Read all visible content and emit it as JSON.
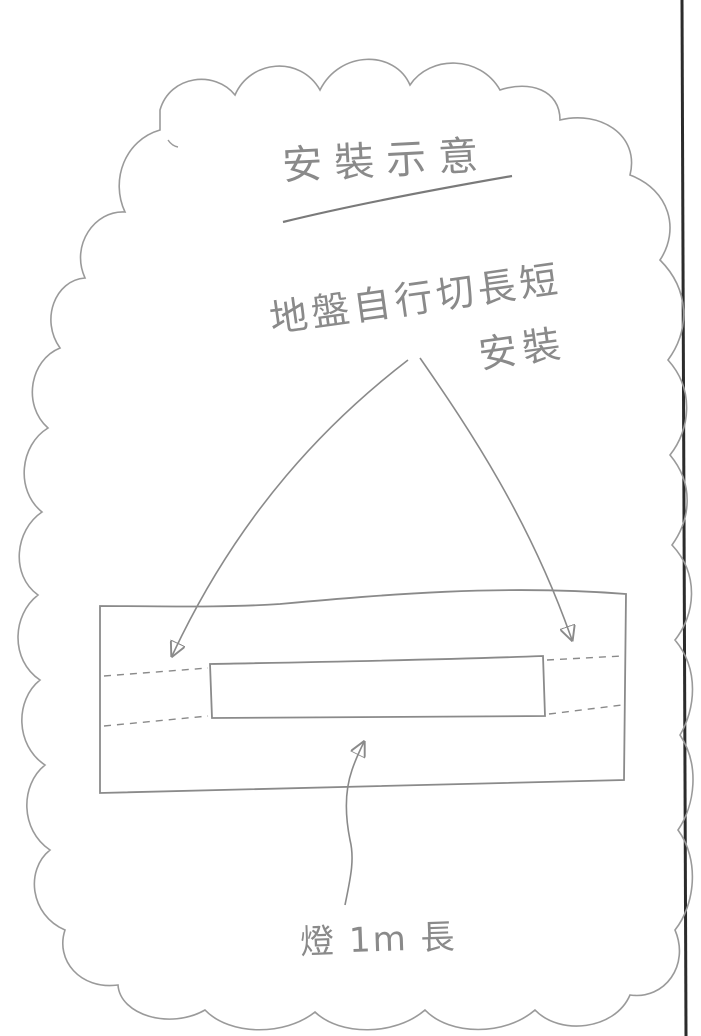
{
  "title": "安裝示意",
  "note": {
    "line1": "地盤自行切長短",
    "line2": "安裝"
  },
  "lamp_label": "燈 1m 長",
  "colors": {
    "ink": "#8a8a8a",
    "border_line": "#2b2b2b",
    "paper": "#ffffff"
  }
}
